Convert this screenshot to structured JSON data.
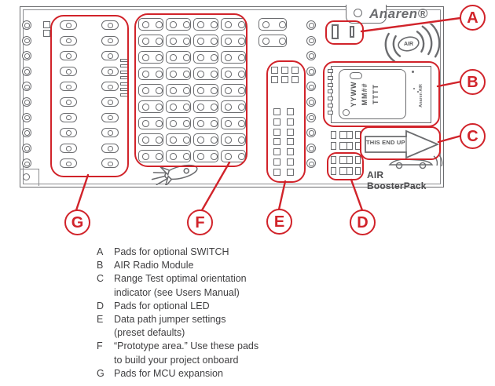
{
  "palette": {
    "accent_red": "#d1232a",
    "line_gray": "#6b6c6f",
    "text_dark": "#414042"
  },
  "board": {
    "anaren_logo": "Anaren®",
    "air_logo": "AIR",
    "this_end_up": "THIS END UP",
    "boosterpack_label": "AIR BoosterPack",
    "module": {
      "l1": "YYWW",
      "l2": "MM##",
      "l3": "TTTT",
      "side": "Anaren AIR"
    }
  },
  "callouts": {
    "A": {
      "letter": "A"
    },
    "B": {
      "letter": "B"
    },
    "C": {
      "letter": "C"
    },
    "D": {
      "letter": "D"
    },
    "E": {
      "letter": "E"
    },
    "F": {
      "letter": "F"
    },
    "G": {
      "letter": "G"
    }
  },
  "legend": {
    "items": [
      {
        "key": "A",
        "l1": "Pads for optional SWITCH",
        "l2": ""
      },
      {
        "key": "B",
        "l1": "AIR Radio Module",
        "l2": ""
      },
      {
        "key": "C",
        "l1": "Range Test optimal orientation",
        "l2": "indicator (see Users Manual)"
      },
      {
        "key": "D",
        "l1": "Pads for optional LED",
        "l2": ""
      },
      {
        "key": "E",
        "l1": "Data path jumper settings",
        "l2": "(preset defaults)"
      },
      {
        "key": "F",
        "l1": "“Prototype area.” Use these pads",
        "l2": "to build your project onboard"
      },
      {
        "key": "G",
        "l1": "Pads for MCU expansion",
        "l2": ""
      }
    ]
  }
}
